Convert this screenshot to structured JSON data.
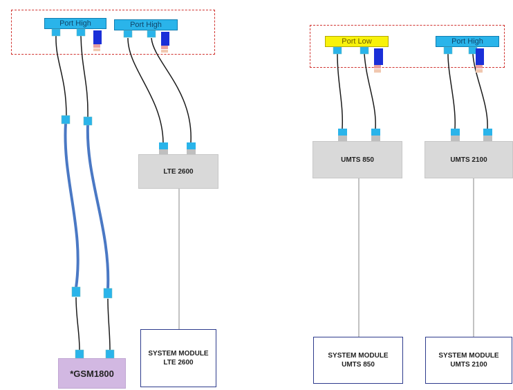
{
  "ports": {
    "left_1": "Port High",
    "left_2": "Port High",
    "right_low": "Port Low",
    "right_high": "Port High"
  },
  "boxes": {
    "lte": "LTE 2600",
    "umts850": "UMTS 850",
    "umts2100": "UMTS 2100",
    "gsm": "*GSM1800"
  },
  "modules": {
    "lte": {
      "line1": "SYSTEM MODULE",
      "line2": "LTE 2600"
    },
    "umts850": {
      "line1": "SYSTEM MODULE",
      "line2": "UMTS 850"
    },
    "umts2100": {
      "line1": "SYSTEM MODULE",
      "line2": "UMTS 2100"
    }
  },
  "colors": {
    "port_high": "#2ab4ea",
    "port_low": "#f8f20b",
    "group_border": "#d0312d",
    "jumper": "#4a78c4",
    "module_border": "#2c3a8c"
  }
}
